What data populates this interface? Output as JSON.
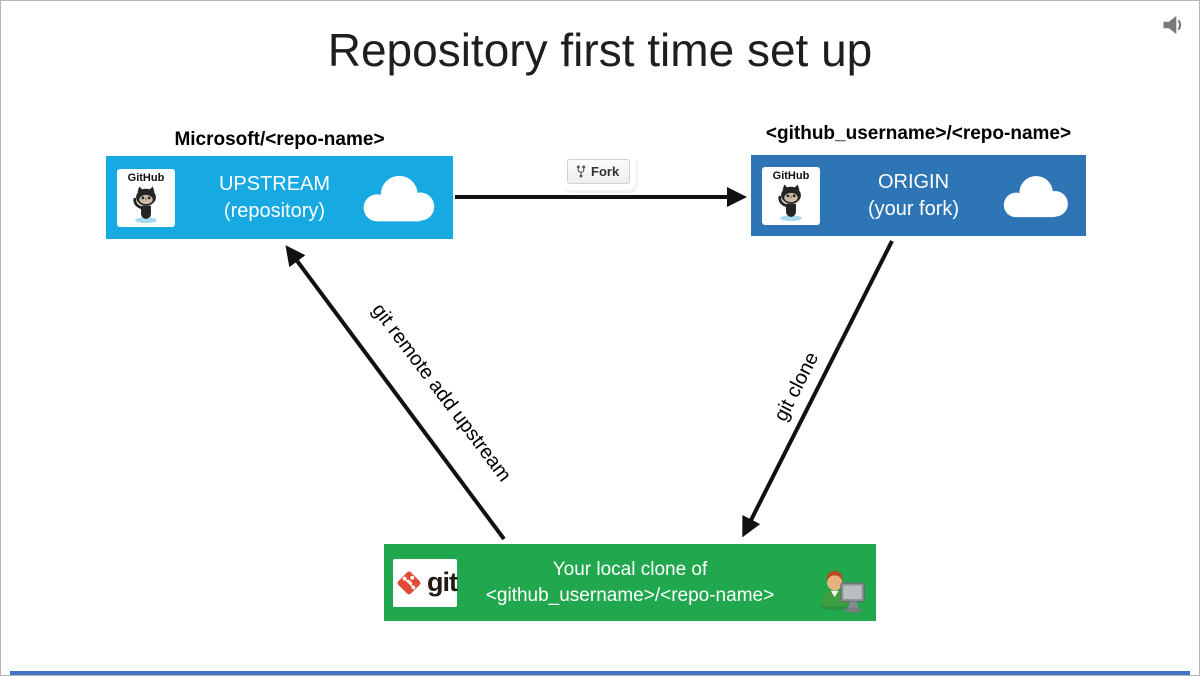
{
  "slide": {
    "title": "Repository first time set up"
  },
  "colors": {
    "upstream_blue": "#16a9e2",
    "origin_blue": "#2e75b6",
    "local_green": "#21a84e",
    "arrow_black": "#111111",
    "accent_bar_blue": "#4472c4",
    "git_logo_red": "#de4c36"
  },
  "nodes": {
    "upstream": {
      "caption": "Microsoft/<repo-name>",
      "badge": "GitHub",
      "line1": "UPSTREAM",
      "line2": "(repository)"
    },
    "origin": {
      "caption": "<github_username>/<repo-name>",
      "badge": "GitHub",
      "line1": "ORIGIN",
      "line2": "(your fork)"
    },
    "local": {
      "badge": "git",
      "line1": "Your local clone of",
      "line2": "<github_username>/<repo-name>"
    }
  },
  "fork_button": {
    "label": "Fork"
  },
  "edges": {
    "git_clone": {
      "label": "git clone"
    },
    "remote_add": {
      "label": "git remote add upstream"
    }
  },
  "icons": {
    "speaker": "audio-speaker",
    "cloud": "cloud",
    "octocat": "github-octocat",
    "git_logo": "git-diamond",
    "person": "user-at-computer",
    "fork_glyph": "repo-fork"
  }
}
